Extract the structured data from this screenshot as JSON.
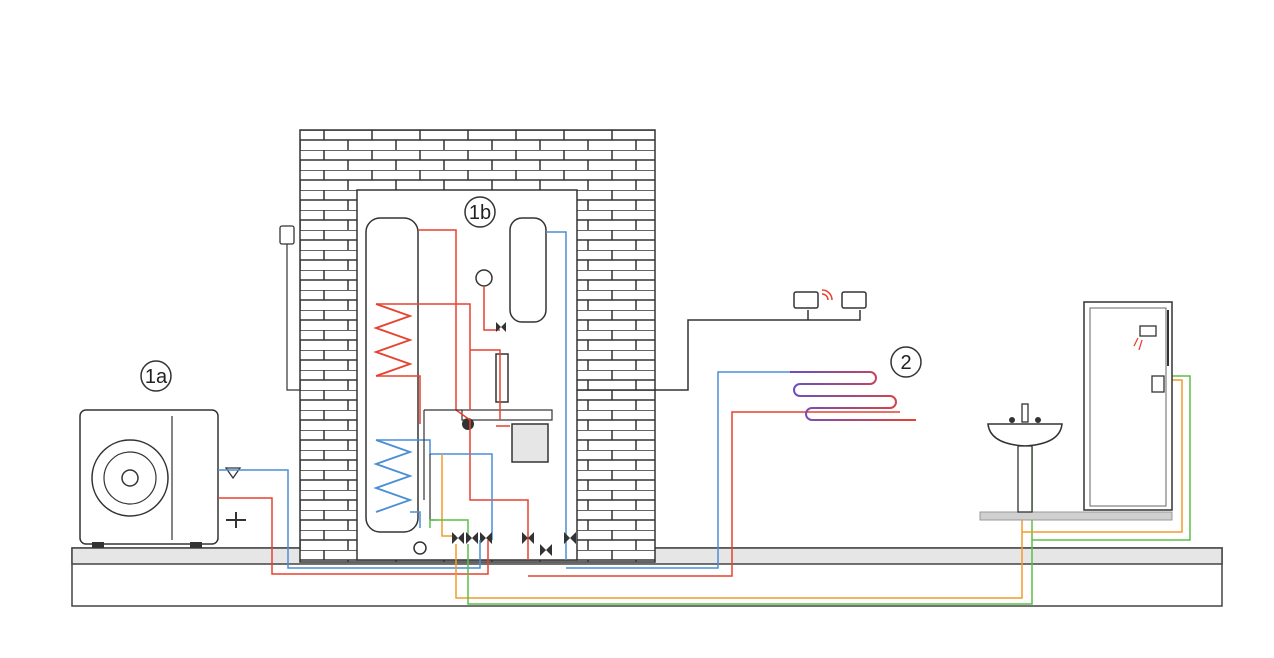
{
  "labels": {
    "outdoor_unit": "1a",
    "indoor_unit": "1b",
    "underfloor_heating": "2"
  },
  "colors": {
    "heating_flow": "#e8412f",
    "heating_return": "#4a8fd6",
    "hot_water": "#f39a2b",
    "cold_water": "#5bbf47",
    "brick": "#3a3a3a",
    "ground": "#e6e6e6",
    "underfloor_gradient_start": "#6a4fc4",
    "underfloor_gradient_end": "#e8412f"
  },
  "icons": {
    "outdoor_fan": "fan-icon",
    "thermostat": "wireless-thermostat-icon",
    "controller": "controller-icon",
    "shower": "shower-icon",
    "basin": "washbasin-icon",
    "outdoor_sensor": "outdoor-sensor-icon"
  }
}
